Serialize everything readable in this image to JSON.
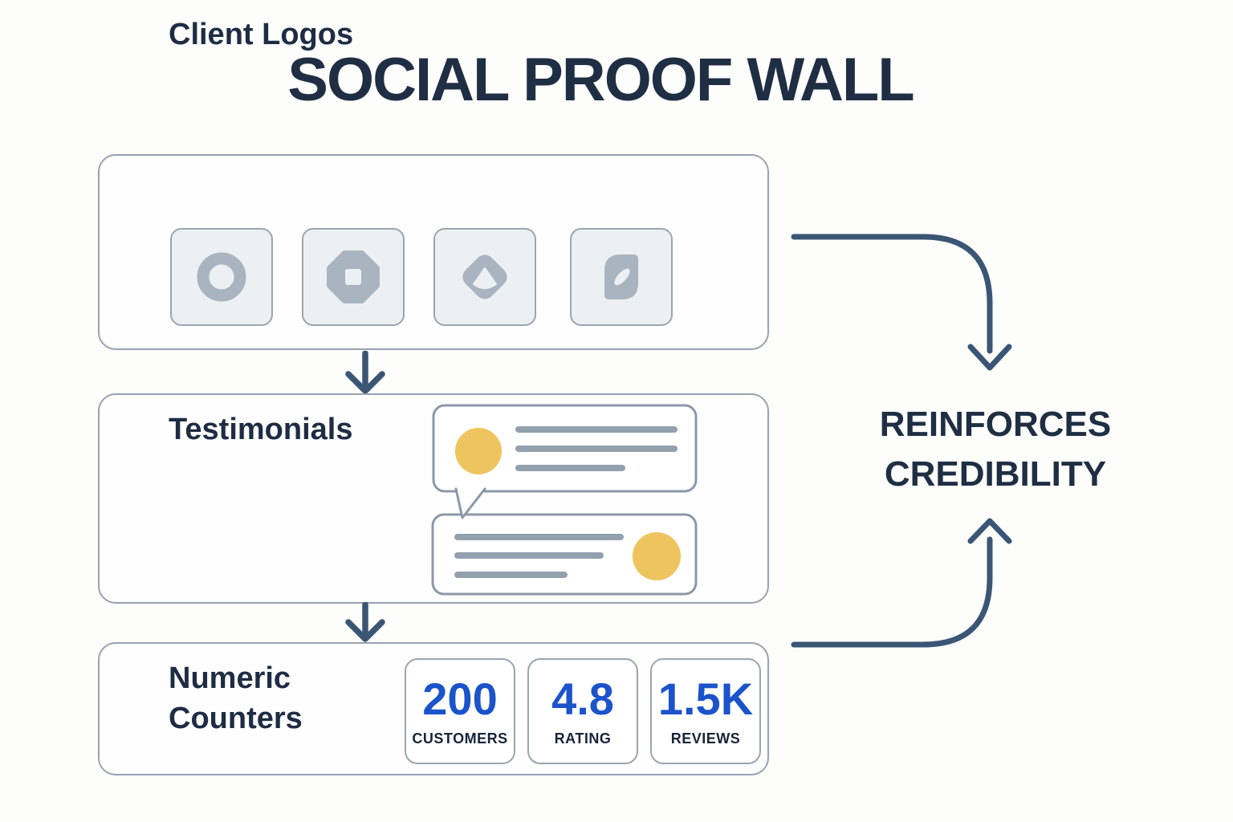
{
  "title": "SOCIAL PROOF WALL",
  "sections": {
    "client_logos": {
      "heading": "Client Logos",
      "logos": [
        {
          "name": "ring-logo"
        },
        {
          "name": "octagon-logo"
        },
        {
          "name": "diamond-logo"
        },
        {
          "name": "leaf-logo"
        }
      ]
    },
    "testimonials": {
      "heading": "Testimonials"
    },
    "numeric_counters": {
      "heading": "Numeric Counters",
      "counters": [
        {
          "value": "200",
          "label": "CUSTOMERS"
        },
        {
          "value": "4.8",
          "label": "RATING"
        },
        {
          "value": "1.5K",
          "label": "REVIEWS"
        }
      ]
    }
  },
  "outcome": {
    "line1": "REINFORCES",
    "line2": "CREDIBILITY"
  },
  "colors": {
    "text_dark": "#1f2e43",
    "arrow": "#3a5674",
    "counter_blue": "#1b53cb",
    "avatar_yellow": "#eec45e",
    "box_border": "#97a2b0",
    "tile_fill": "#edf0f3",
    "icon_gray": "#a9b4c1",
    "bubble_line_gray": "#93a0ad"
  }
}
